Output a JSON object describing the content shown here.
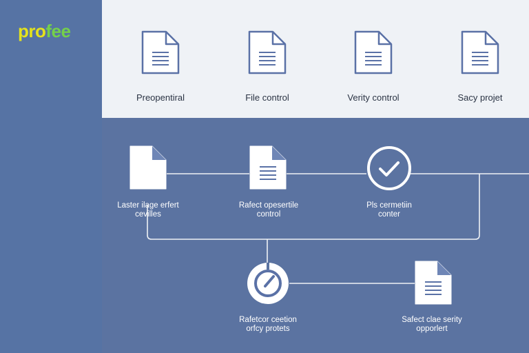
{
  "brand": {
    "logo_part1": "pro",
    "logo_part2": "fee"
  },
  "top_items": [
    {
      "label": "Preopentiral",
      "icon": "document-icon"
    },
    {
      "label": "File control",
      "icon": "document-icon"
    },
    {
      "label": "Verity control",
      "icon": "document-icon"
    },
    {
      "label": "Sacy projet",
      "icon": "document-icon"
    }
  ],
  "flow": {
    "node1": {
      "line1": "Laster ilage erfert",
      "line2": "cevilles",
      "icon": "blank-document-icon"
    },
    "node2": {
      "line1": "Rafect opesertile",
      "line2": "control",
      "icon": "document-icon"
    },
    "node3": {
      "line1": "Pls cermetiin",
      "line2": "conter",
      "icon": "check-circle-icon"
    },
    "node4": {
      "line1": "Rafetcor ceetion",
      "line2": "orfcy protets",
      "icon": "gauge-icon"
    },
    "node5": {
      "line1": "Safect clae serity",
      "line2": "opporlert",
      "icon": "document-icon"
    }
  },
  "colors": {
    "sidebar": "#5673a4",
    "top_panel": "#eff2f6",
    "main": "#5b73a1",
    "icon_outline": "#5a71a6",
    "connector": "#ffffff"
  }
}
